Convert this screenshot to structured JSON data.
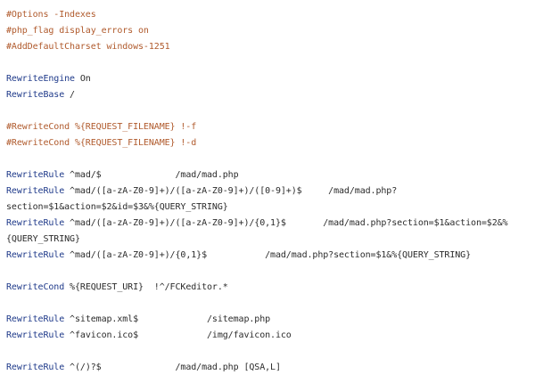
{
  "colors": {
    "comment": "#b05a2c",
    "directive": "#1f3a8a",
    "text": "#2b2b2b",
    "background": "#ffffff"
  },
  "lines": [
    {
      "type": "comment",
      "text": "#Options -Indexes"
    },
    {
      "type": "comment",
      "text": "#php_flag display_errors on"
    },
    {
      "type": "comment",
      "text": "#AddDefaultCharset windows-1251"
    },
    {
      "type": "blank"
    },
    {
      "type": "code",
      "kw": "RewriteEngine",
      "rest": " On"
    },
    {
      "type": "code",
      "kw": "RewriteBase",
      "rest": " /"
    },
    {
      "type": "blank"
    },
    {
      "type": "comment",
      "text": "#RewriteCond %{REQUEST_FILENAME} !-f"
    },
    {
      "type": "comment",
      "text": "#RewriteCond %{REQUEST_FILENAME} !-d"
    },
    {
      "type": "blank"
    },
    {
      "type": "code",
      "kw": "RewriteRule",
      "rest": " ^mad/$              /mad/mad.php"
    },
    {
      "type": "code",
      "kw": "RewriteRule",
      "rest": " ^mad/([a-zA-Z0-9]+)/([a-zA-Z0-9]+)/([0-9]+)$     /mad/mad.php?"
    },
    {
      "type": "plain",
      "text": "section=$1&action=$2&id=$3&%{QUERY_STRING}"
    },
    {
      "type": "code",
      "kw": "RewriteRule",
      "rest": " ^mad/([a-zA-Z0-9]+)/([a-zA-Z0-9]+)/{0,1}$       /mad/mad.php?section=$1&action=$2&%"
    },
    {
      "type": "plain",
      "text": "{QUERY_STRING}"
    },
    {
      "type": "code",
      "kw": "RewriteRule",
      "rest": " ^mad/([a-zA-Z0-9]+)/{0,1}$           /mad/mad.php?section=$1&%{QUERY_STRING}"
    },
    {
      "type": "blank"
    },
    {
      "type": "code",
      "kw": "RewriteCond",
      "rest": " %{REQUEST_URI}  !^/FCKeditor.*"
    },
    {
      "type": "blank"
    },
    {
      "type": "code",
      "kw": "RewriteRule",
      "rest": " ^sitemap.xml$             /sitemap.php"
    },
    {
      "type": "code",
      "kw": "RewriteRule",
      "rest": " ^favicon.ico$             /img/favicon.ico"
    },
    {
      "type": "blank"
    },
    {
      "type": "code",
      "kw": "RewriteRule",
      "rest": " ^(/)?$              /mad/mad.php [QSA,L]"
    }
  ]
}
